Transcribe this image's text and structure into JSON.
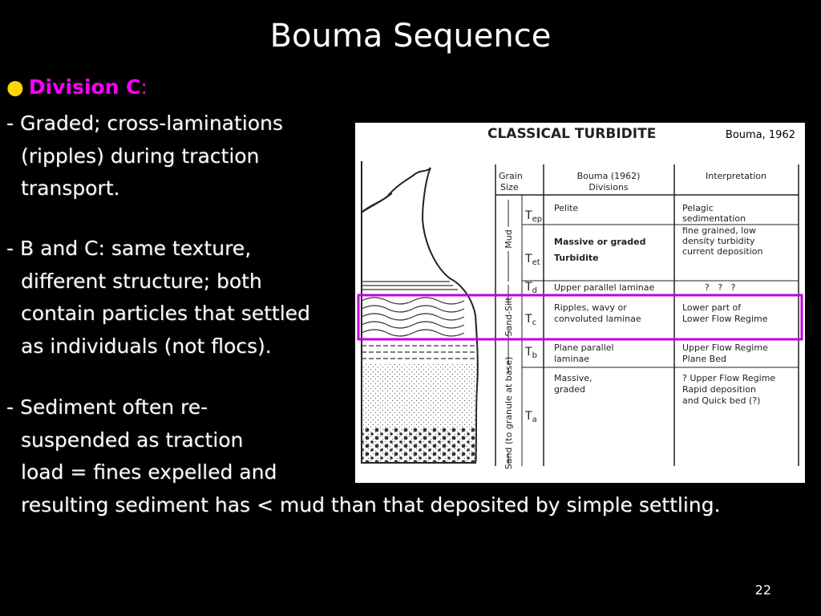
{
  "slide": {
    "title": "Bouma Sequence",
    "bullet": {
      "label": "Division C",
      "colon": ":"
    },
    "paragraphs": [
      [
        "- Graded; cross-laminations",
        "(ripples) during traction",
        "transport."
      ],
      [
        "- B and C: same texture,",
        "different structure; both",
        "contain particles that settled",
        "as individuals (not flocs)."
      ],
      [
        "- Sediment often re-",
        "suspended as traction",
        "load = fines expelled and",
        "resulting sediment has < mud than that deposited by simple settling."
      ]
    ],
    "page_number": "22"
  },
  "figure": {
    "heading": "CLASSICAL TURBIDITE",
    "citation": "Bouma, 1962",
    "columns": {
      "grain_size": [
        "Grain",
        "Size"
      ],
      "divisions": [
        "Bouma (1962)",
        "Divisions"
      ],
      "interpretation": "Interpretation"
    },
    "grain_labels": {
      "mud": "Mud",
      "sand_silt": "Sand-Silt",
      "sand": "Sand (to granule at base)"
    },
    "rows": [
      {
        "div": "T",
        "sub": "ep",
        "desc": [
          "Pelite"
        ],
        "interp": [
          "Pelagic",
          "sedimentation"
        ]
      },
      {
        "div": "T",
        "sub": "et",
        "desc": [
          "Massive or graded",
          "Turbidite"
        ],
        "interp": [
          "fine grained, low",
          "density turbidity",
          "current deposition"
        ]
      },
      {
        "div": "T",
        "sub": "d",
        "desc": [
          "Upper parallel laminae"
        ],
        "interp": [
          "?   ?   ?"
        ]
      },
      {
        "div": "T",
        "sub": "c",
        "desc": [
          "Ripples, wavy or",
          "convoluted laminae"
        ],
        "interp": [
          "Lower part of",
          "Lower Flow Regime"
        ]
      },
      {
        "div": "T",
        "sub": "b",
        "desc": [
          "Plane parallel",
          "laminae"
        ],
        "interp": [
          "Upper Flow Regime",
          "Plane Bed"
        ]
      },
      {
        "div": "T",
        "sub": "a",
        "desc": [
          "Massive,",
          "graded"
        ],
        "interp": [
          "? Upper Flow Regime",
          "Rapid deposition",
          "and Quick bed (?)"
        ]
      }
    ],
    "colors": {
      "highlight": "#c000e0",
      "ink": "#222222",
      "bullet": "#ffd400",
      "label": "#ff00ff"
    }
  }
}
